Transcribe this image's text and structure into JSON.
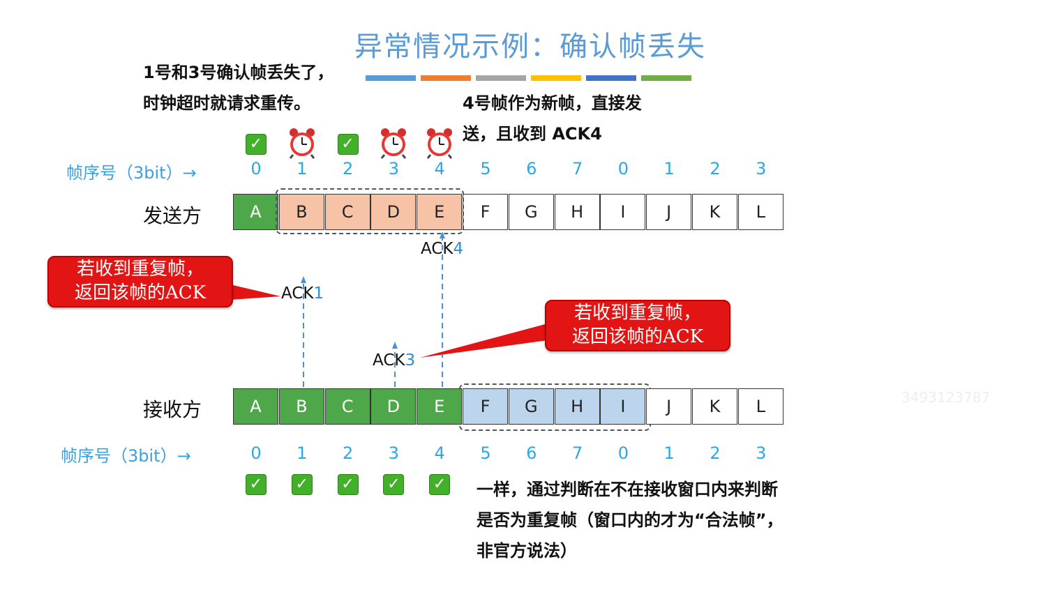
{
  "title": "异常情况示例：确认帧丢失",
  "note_top_left": [
    "1号和3号确认帧丢失了，",
    "时钟超时就请求重传。"
  ],
  "note_top_right": [
    "4号帧作为新帧，直接发",
    "送，且收到 ACK4"
  ],
  "note_bottom": [
    "一样，通过判断在不在接收窗口内来判断",
    "是否为重复帧（窗口内的才为“合法帧”，",
    "非官方说法）"
  ],
  "color_bar": [
    "#5b9bd5",
    "#ed7d31",
    "#a5a5a5",
    "#ffc000",
    "#4472c4",
    "#70ad47"
  ],
  "seq_label_top": "帧序号（3bit）→",
  "seq_label_bottom": "帧序号（3bit）→",
  "seq_numbers": [
    "0",
    "1",
    "2",
    "3",
    "4",
    "5",
    "6",
    "7",
    "0",
    "1",
    "2",
    "3"
  ],
  "sender": {
    "label": "发送方",
    "frames": [
      "A",
      "B",
      "C",
      "D",
      "E",
      "F",
      "G",
      "H",
      "I",
      "J",
      "K",
      "L"
    ],
    "states": [
      "green",
      "peach",
      "peach",
      "peach",
      "peach",
      "white",
      "white",
      "white",
      "white",
      "white",
      "white",
      "white"
    ],
    "window": "B-E"
  },
  "receiver": {
    "label": "接收方",
    "frames": [
      "A",
      "B",
      "C",
      "D",
      "E",
      "F",
      "G",
      "H",
      "I",
      "J",
      "K",
      "L"
    ],
    "states": [
      "green",
      "green",
      "green",
      "green",
      "green",
      "blue",
      "blue",
      "blue",
      "blue",
      "white",
      "white",
      "white"
    ],
    "window": "F-I"
  },
  "top_status_icons": [
    "check-icon",
    "alarm-clock-icon",
    "check-icon",
    "alarm-clock-icon",
    "alarm-clock-icon"
  ],
  "bottom_status_icons": [
    "check-icon",
    "check-icon",
    "check-icon",
    "check-icon",
    "check-icon"
  ],
  "acks": [
    {
      "prefix": "ACK",
      "num": "1"
    },
    {
      "prefix": "ACK",
      "num": "3"
    },
    {
      "prefix": "ACK",
      "num": "4"
    }
  ],
  "callout_left": [
    "若收到重复帧，",
    "返回该帧的ACK"
  ],
  "callout_right": [
    "若收到重复帧，",
    "返回该帧的ACK"
  ],
  "watermark": "3493123787"
}
